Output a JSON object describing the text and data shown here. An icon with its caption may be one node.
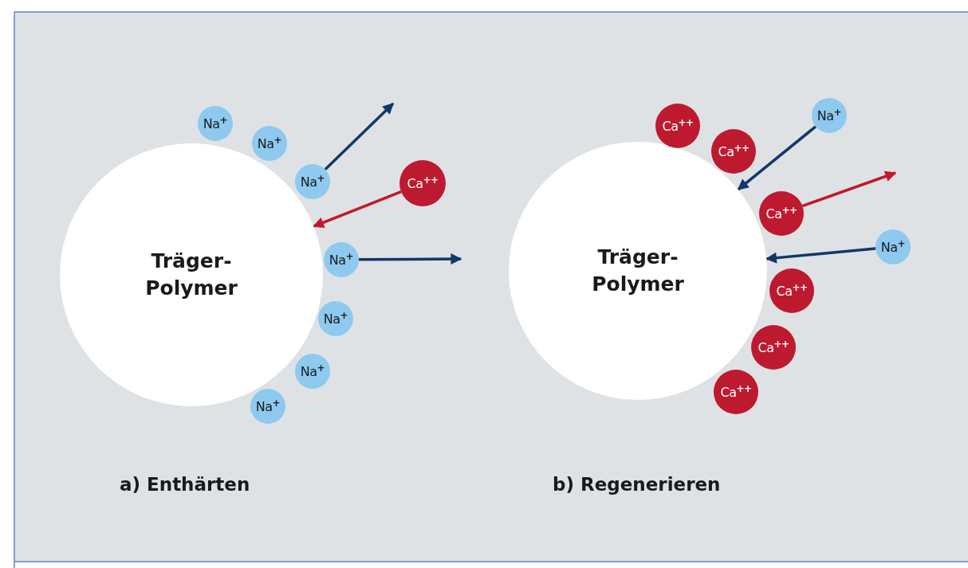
{
  "diagram": {
    "nodes": [
      {
        "text": [
          "Träger- Polymer"
        ]
      },
      {
        "text": [
          "Na$^{+}$"
        ]
      },
      {
        "text": [
          "Na$^{+}$"
        ]
      },
      {
        "text": [
          "Na$^{+}$"
        ]
      },
      {
        "text": [
          "Ca$^{++}$"
        ]
      },
      {
        "text": [
          "Na$^{+}$"
        ]
      },
      {
        "text": [
          "Na$^{+}$"
        ]
      },
      {
        "text": [
          "Na$^{+}$"
        ]
      },
      {
        "text": [
          "Na$^{+}$"
        ]
      },
      {
        "text": [
          "Träger- Polymer"
        ]
      },
      {
        "text": [
          "Na$^{+}$"
        ]
      },
      {
        "text": [
          "Ca$^{++}$"
        ]
      },
      {
        "text": [
          "Ca$^{++}$"
        ]
      },
      {
        "text": [
          "Ca$^{++}$"
        ]
      },
      {
        "text": [
          "Na$^{+}$"
        ]
      },
      {
        "text": [
          "Ca$^{++}$"
        ]
      },
      {
        "text": [
          "Ca$^{++}$"
        ]
      },
      {
        "text": [
          "Ca$^{++}$"
        ]
      }
    ],
    "edges": [
      {
        "from": 3,
        "to": null,
        "arrow": "to"
      },
      {
        "from": 4,
        "to": 0,
        "arrow": "to",
        "color": "#c0182f"
      },
      {
        "from": 5,
        "to": null,
        "arrow": "to"
      },
      {
        "from": 10,
        "to": 9,
        "arrow": "to"
      },
      {
        "from": 13,
        "to": null,
        "arrow": "to",
        "color": "#c0182f"
      },
      {
        "from": 14,
        "to": 9,
        "arrow": "to"
      }
    ],
    "labels": [
      "a) Enthärten",
      "b) Regenerieren"
    ]
  }
}
